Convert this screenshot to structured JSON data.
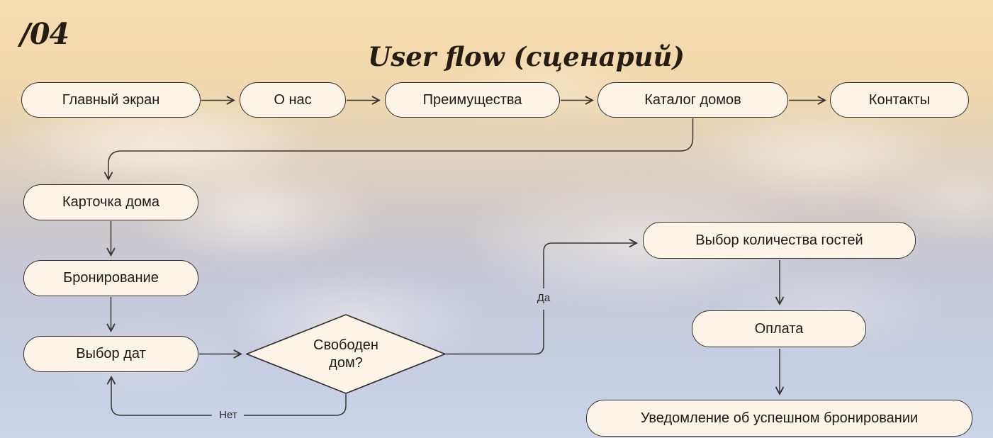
{
  "page": {
    "slide_number": "/04",
    "title": "User flow (сценарий)"
  },
  "flow": {
    "top_row": [
      {
        "id": "main-screen",
        "label": "Главный экран"
      },
      {
        "id": "about",
        "label": "О нас"
      },
      {
        "id": "advantages",
        "label": "Преимущества"
      },
      {
        "id": "house-catalog",
        "label": "Каталог домов"
      },
      {
        "id": "contacts",
        "label": "Контакты"
      }
    ],
    "left_column": [
      {
        "id": "house-card",
        "label": "Карточка дома"
      },
      {
        "id": "booking",
        "label": "Бронирование"
      },
      {
        "id": "date-selection",
        "label": "Выбор дат"
      }
    ],
    "decision": {
      "id": "house-available",
      "label": "Свободен дом?"
    },
    "right_column": [
      {
        "id": "guest-count",
        "label": "Выбор количества гостей"
      },
      {
        "id": "payment",
        "label": "Оплата"
      },
      {
        "id": "success-notification",
        "label": "Уведомление об успешном бронировании"
      }
    ],
    "edge_labels": {
      "yes": "Да",
      "no": "Нет"
    }
  },
  "colors": {
    "background_top": "#f4dcb0",
    "background_bottom": "#cbd4e9",
    "node_fill": "#fbf4e7",
    "node_border": "#35302b",
    "connector": "#3a3530",
    "text": "#1d1a17",
    "title_text": "#241d13"
  }
}
